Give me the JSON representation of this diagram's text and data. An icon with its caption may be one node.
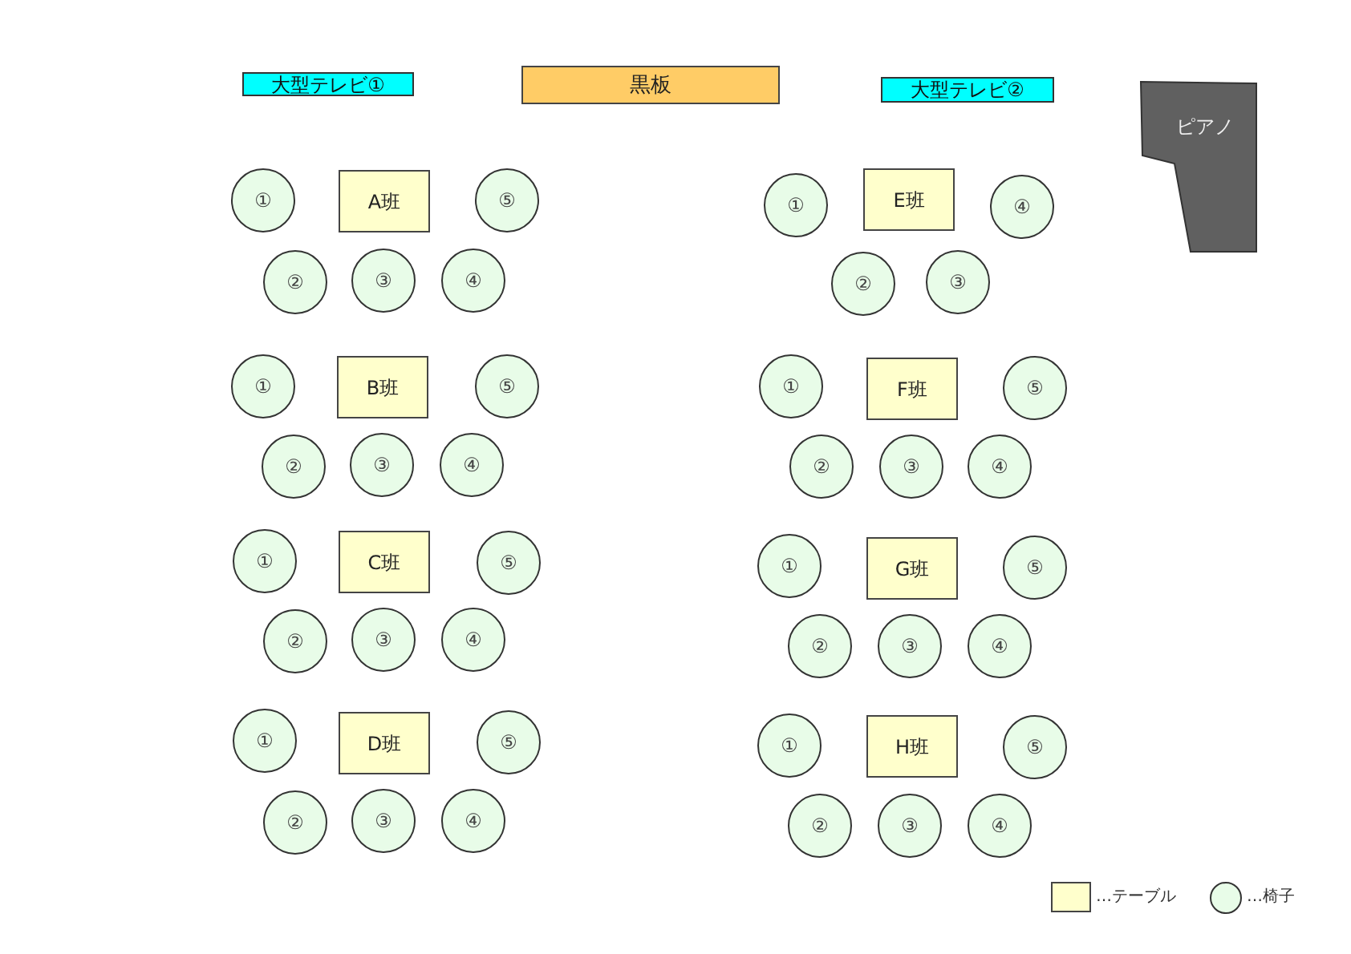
{
  "diagram": {
    "nodes": [
      {
        "text": [
          "大型テレビ①"
        ]
      },
      {
        "text": [
          "黒板"
        ]
      },
      {
        "text": [
          "大型テレビ②"
        ]
      },
      {
        "text": [
          "ピアノ"
        ]
      },
      {
        "text": [
          "①"
        ]
      },
      {
        "text": [
          "A班"
        ]
      },
      {
        "text": [
          "⑤"
        ]
      },
      {
        "text": [
          "②"
        ]
      },
      {
        "text": [
          "③"
        ]
      },
      {
        "text": [
          "④"
        ]
      },
      {
        "text": [
          "①"
        ]
      },
      {
        "text": [
          "B班"
        ]
      },
      {
        "text": [
          "⑤"
        ]
      },
      {
        "text": [
          "②"
        ]
      },
      {
        "text": [
          "③"
        ]
      },
      {
        "text": [
          "④"
        ]
      },
      {
        "text": [
          "①"
        ]
      },
      {
        "text": [
          "C班"
        ]
      },
      {
        "text": [
          "⑤"
        ]
      },
      {
        "text": [
          "②"
        ]
      },
      {
        "text": [
          "③"
        ]
      },
      {
        "text": [
          "④"
        ]
      },
      {
        "text": [
          "①"
        ]
      },
      {
        "text": [
          "D班"
        ]
      },
      {
        "text": [
          "⑤"
        ]
      },
      {
        "text": [
          "②"
        ]
      },
      {
        "text": [
          "③"
        ]
      },
      {
        "text": [
          "④"
        ]
      },
      {
        "text": [
          "①"
        ]
      },
      {
        "text": [
          "E班"
        ]
      },
      {
        "text": [
          "④"
        ]
      },
      {
        "text": [
          "②"
        ]
      },
      {
        "text": [
          "③"
        ]
      },
      {
        "text": [
          "①"
        ]
      },
      {
        "text": [
          "F班"
        ]
      },
      {
        "text": [
          "⑤"
        ]
      },
      {
        "text": [
          "②"
        ]
      },
      {
        "text": [
          "③"
        ]
      },
      {
        "text": [
          "④"
        ]
      },
      {
        "text": [
          "①"
        ]
      },
      {
        "text": [
          "G班"
        ]
      },
      {
        "text": [
          "⑤"
        ]
      },
      {
        "text": [
          "②"
        ]
      },
      {
        "text": [
          "③"
        ]
      },
      {
        "text": [
          "④"
        ]
      },
      {
        "text": [
          "①"
        ]
      },
      {
        "text": [
          "H班"
        ]
      },
      {
        "text": [
          "⑤"
        ]
      },
      {
        "text": [
          "②"
        ]
      },
      {
        "text": [
          "③"
        ]
      },
      {
        "text": [
          "④"
        ]
      }
    ],
    "legend": [
      {
        "text": "…テーブル",
        "color": "#ffffcc"
      },
      {
        "text": "…椅子",
        "color": "#e8fce8"
      }
    ]
  }
}
